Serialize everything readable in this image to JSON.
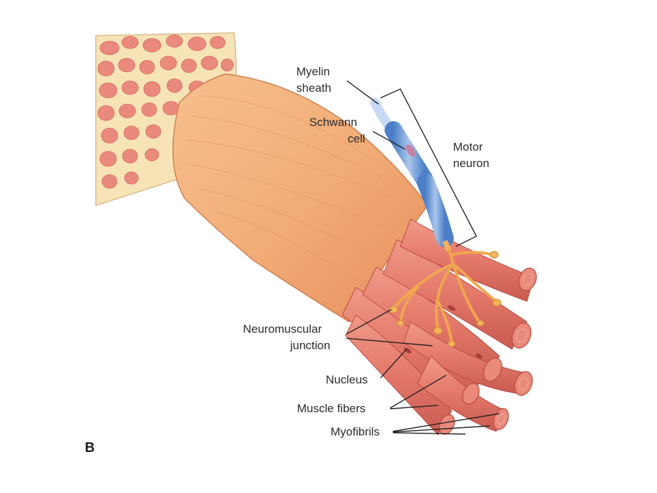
{
  "labels": {
    "myelin_line1": "Myelin",
    "myelin_line2": "sheath",
    "schwann_line1": "Schwann",
    "schwann_line2": "cell",
    "motor_line1": "Motor",
    "motor_line2": "neuron",
    "nmj_line1": "Neuromuscular",
    "nmj_line2": "junction",
    "nucleus": "Nucleus",
    "muscle_fibers": "Muscle fibers",
    "myofibrils": "Myofibrils"
  },
  "panel_letter": "B",
  "colors": {
    "muscle_sheath": "#f2b17c",
    "fiber": "#e37c6c",
    "fiber_dark": "#c9554d",
    "neuron": "#f5b45c",
    "myelin": "#7fa9dc",
    "fascia": "#f6e4b7",
    "fascicle": "#e9857b"
  }
}
